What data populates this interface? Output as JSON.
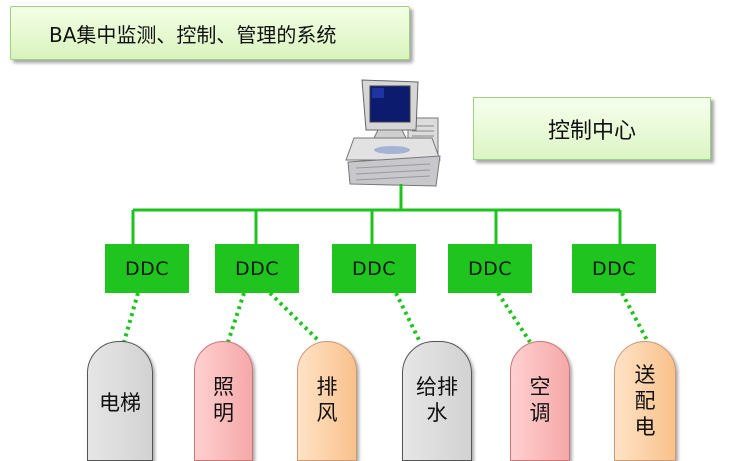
{
  "title": "BA集中监测、控制、管理的系统",
  "control_center": "控制中心",
  "computer_icon": "desktop-computer-icon",
  "ddc_units": [
    {
      "label": "DDC"
    },
    {
      "label": "DDC"
    },
    {
      "label": "DDC"
    },
    {
      "label": "DDC"
    },
    {
      "label": "DDC"
    }
  ],
  "subsystems": [
    {
      "label": "电梯",
      "color": "gray"
    },
    {
      "label": "照明",
      "color": "pink"
    },
    {
      "label": "排风",
      "color": "orange"
    },
    {
      "label": "给排水",
      "color": "gray"
    },
    {
      "label": "空调",
      "color": "pink"
    },
    {
      "label": "送配电",
      "color": "orange"
    }
  ],
  "colors": {
    "bus_line": "#1ec41e",
    "ddc_fill": "#1fc41f",
    "title_fill": "#dcf5c4"
  }
}
